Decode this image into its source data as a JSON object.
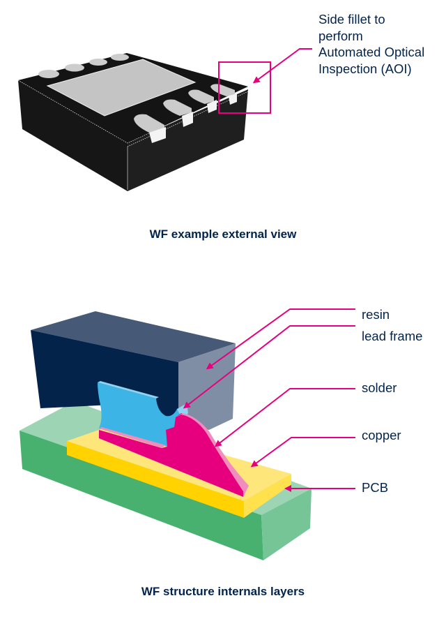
{
  "top_figure": {
    "callout_lines": [
      "Side fillet to",
      "perform",
      "Automated Optical",
      "Inspection (AOI)"
    ],
    "caption": "WF example external view"
  },
  "bottom_figure": {
    "layers": [
      {
        "id": "resin",
        "label": "resin",
        "color": "#03234b"
      },
      {
        "id": "lead-frame",
        "label": "lead frame",
        "color": "#3cb4e6"
      },
      {
        "id": "solder",
        "label": "solder",
        "color": "#e6007e"
      },
      {
        "id": "copper",
        "label": "copper",
        "color": "#ffd200"
      },
      {
        "id": "pcb",
        "label": "PCB",
        "color": "#49b170"
      }
    ],
    "caption": "WF structure internals layers"
  },
  "colors": {
    "text": "#03234b",
    "accent": "#e6007e",
    "package_body": "#1c1c1c",
    "pad": "#c8c8c8"
  }
}
